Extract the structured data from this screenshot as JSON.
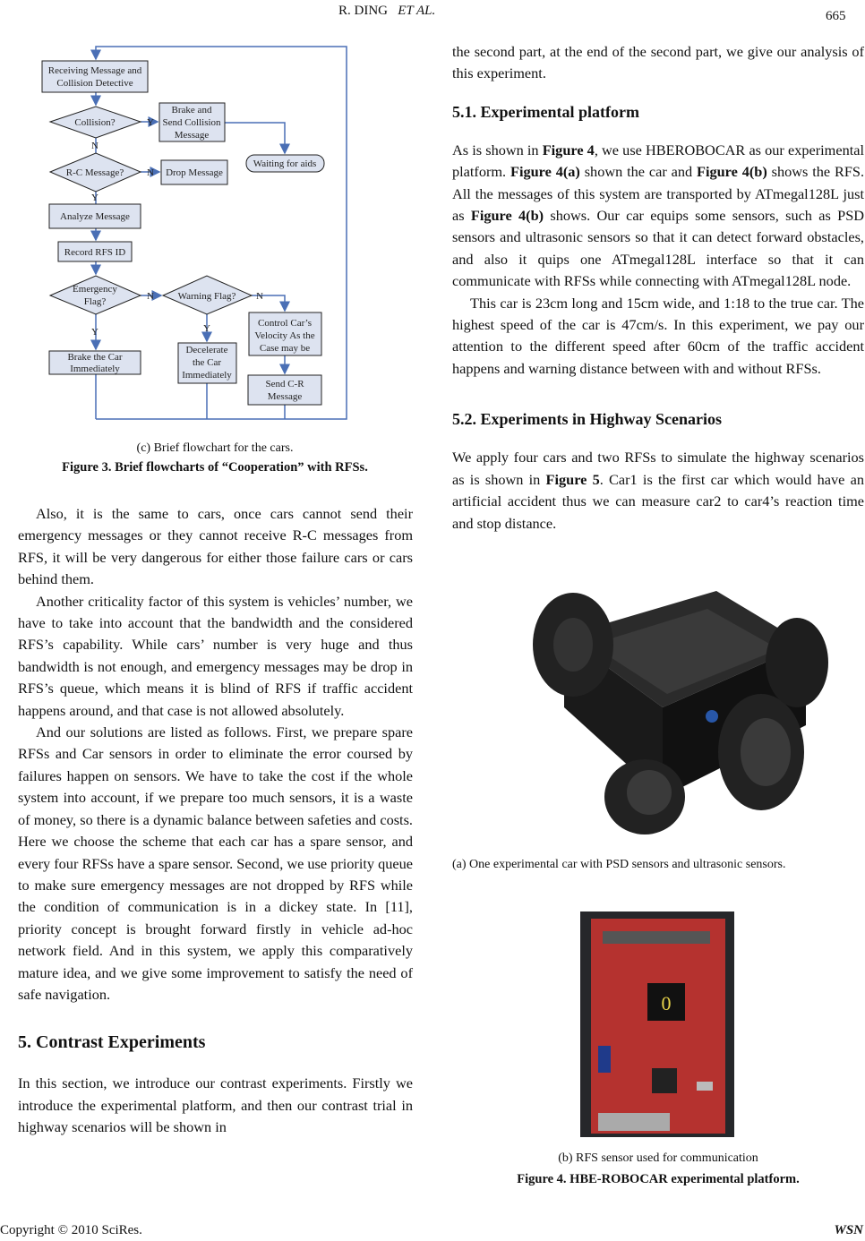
{
  "header": {
    "authors": "R. DING",
    "etal": "ET AL.",
    "page": "665"
  },
  "footer": {
    "copyright": "Copyright © 2010 SciRes.",
    "journal": "WSN"
  },
  "flowchart": {
    "receiving": [
      "Receiving Message and",
      "Collision Detective"
    ],
    "collision": "Collision?",
    "brake_send": [
      "Brake and",
      "Send Collision",
      "Message"
    ],
    "waiting": "Waiting for aids",
    "rc": "R-C Message?",
    "drop": "Drop Message",
    "analyze": "Analyze Message",
    "record": "Record RFS ID",
    "emergency": [
      "Emergency",
      "Flag?"
    ],
    "warning": "Warning Flag?",
    "control": [
      "Control Car’s",
      "Velocity As the",
      "Case may be"
    ],
    "brake_car": [
      "Brake the Car",
      "Immediately"
    ],
    "decelerate": [
      "Decelerate",
      "the Car",
      "Immediately"
    ],
    "send_cr": [
      "Send C-R",
      "Message"
    ],
    "y": "Y",
    "n": "N"
  },
  "fig3": {
    "subcaption": "(c) Brief flowchart for the cars.",
    "caption": "Figure 3. Brief flowcharts of “Cooperation” with RFSs."
  },
  "left": {
    "p1": [
      {
        "t": "Also, it is the same to cars, once cars cannot send their emergency messages or they cannot receive R-C messages from RFS, it will be very dangerous for either those failure cars or cars behind them."
      }
    ],
    "p2": [
      {
        "t": "Another criticality factor of this system is vehicles’ number, we have to take into account that the bandwidth and the considered RFS’s capability. While cars’ number is very huge and thus bandwidth is not enough, and emergency messages may be drop in RFS’s queue, which means it is blind of RFS if traffic accident happens around, and that case is not allowed absolutely."
      }
    ],
    "p3": [
      {
        "t": "And our solutions are listed as follows. First, we prepare spare RFSs and Car sensors in order to eliminate the error coursed by failures happen on sensors. We have to take the cost if the whole system into account, if we prepare too much sensors, it is a waste of money, so there is a dynamic balance between safeties and costs. Here we choose the scheme that each car has a spare sensor, and every four RFSs have a spare sensor. Second, we use priority queue to make sure emergency messages are not dropped by RFS while the condition of communication is in a dickey state. In [11], priority concept is brought forward firstly in vehicle ad-hoc network field. And in this system, we apply this comparatively mature idea, and we give some improvement to satisfy the need of safe navigation."
      }
    ],
    "h5": "5. Contrast Experiments",
    "p4": [
      {
        "t": "In this section, we introduce our contrast experiments. Firstly we introduce the experimental platform, and then our contrast trial in highway scenarios will be shown in"
      }
    ]
  },
  "right": {
    "p0": [
      {
        "t": "the second part, at the end of the second part, we give our analysis of this experiment."
      }
    ],
    "h51": "5.1. Experimental platform",
    "p1": [
      {
        "t": "As is shown in "
      },
      {
        "t": "Figure 4",
        "b": 1
      },
      {
        "t": ", we use HBEROBOCAR as our experimental platform. "
      },
      {
        "t": "Figure 4(a)",
        "b": 1
      },
      {
        "t": " shown the car and "
      },
      {
        "t": "Figure 4(b)",
        "b": 1
      },
      {
        "t": " shows the RFS. All the messages of this system are transported by ATmegal128L just as "
      },
      {
        "t": "Figure 4(b)",
        "b": 1
      },
      {
        "t": " shows. Our car equips some sensors, such as PSD sensors and ultrasonic sensors so that it can detect forward obstacles, and also it quips one ATmegal128L interface so that it can communicate with RFSs while connecting with ATmegal128L node."
      }
    ],
    "p2": [
      {
        "t": "This car is 23cm long and 15cm wide, and 1:18 to the true car. The highest speed of the car is 47cm/s. In this experiment, we pay our attention to the different speed after 60cm of the traffic accident happens and warning distance between with and without RFSs."
      }
    ],
    "h52": "5.2. Experiments in Highway Scenarios",
    "p3": [
      {
        "t": "We apply four cars and two RFSs to simulate the highway scenarios as is shown in "
      },
      {
        "t": "Figure 5",
        "b": 1
      },
      {
        "t": ". Car1 is the first car which would have an artificial accident thus we can measure car2 to car4’s reaction time and stop distance."
      }
    ],
    "cap_a": "(a) One experimental car with PSD sensors and ultrasonic sensors.",
    "cap_b": "(b) RFS sensor used for communication",
    "fig4": "Figure 4. HBE-ROBOCAR experimental platform."
  }
}
